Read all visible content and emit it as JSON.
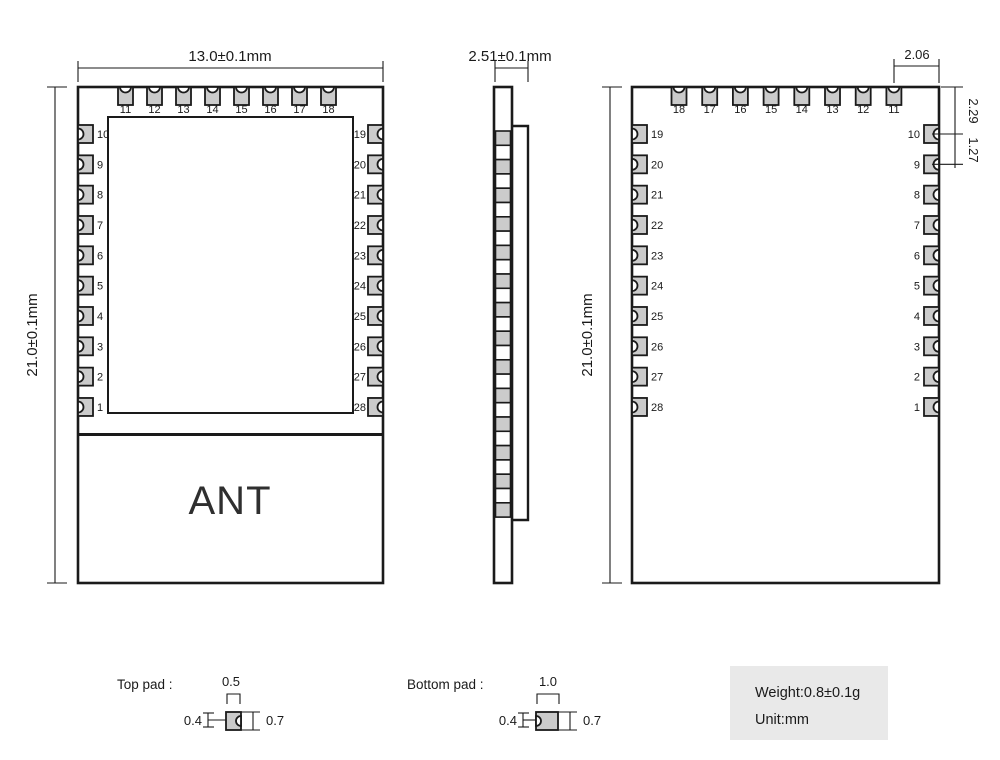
{
  "colors": {
    "line": "#1a1a1a",
    "pad_fill": "#cbcbcb",
    "notch_fill": "#ffffff",
    "info_bg": "#e9e9e9",
    "text": "#1a1a1a"
  },
  "top_view": {
    "dim_width": "13.0±0.1mm",
    "dim_height": "21.0±0.1mm",
    "ant_label": "ANT",
    "pins_top": [
      "11",
      "12",
      "13",
      "14",
      "15",
      "16",
      "17",
      "18"
    ],
    "pins_left": [
      "10",
      "9",
      "8",
      "7",
      "6",
      "5",
      "4",
      "3",
      "2",
      "1"
    ],
    "pins_right": [
      "19",
      "20",
      "21",
      "22",
      "23",
      "24",
      "25",
      "26",
      "27",
      "28"
    ]
  },
  "side_view": {
    "dim_thickness": "2.51±0.1mm"
  },
  "bottom_view": {
    "dim_height": "21.0±0.1mm",
    "dim_pin11_to_edge": "2.06",
    "dim_edge_to_pin10": "2.29",
    "dim_pin_pitch": "1.27",
    "pins_top": [
      "18",
      "17",
      "16",
      "15",
      "14",
      "13",
      "12",
      "11"
    ],
    "pins_left": [
      "19",
      "20",
      "21",
      "22",
      "23",
      "24",
      "25",
      "26",
      "27",
      "28"
    ],
    "pins_right": [
      "10",
      "9",
      "8",
      "7",
      "6",
      "5",
      "4",
      "3",
      "2",
      "1"
    ]
  },
  "pad_details": {
    "top_pad": {
      "label": "Top pad :",
      "width": "0.5",
      "height_left": "0.4",
      "height_right": "0.7"
    },
    "bottom_pad": {
      "label": "Bottom pad :",
      "width": "1.0",
      "height_left": "0.4",
      "height_right": "0.7"
    }
  },
  "info_box": {
    "weight": "Weight:0.8±0.1g",
    "unit": "Unit:mm"
  }
}
